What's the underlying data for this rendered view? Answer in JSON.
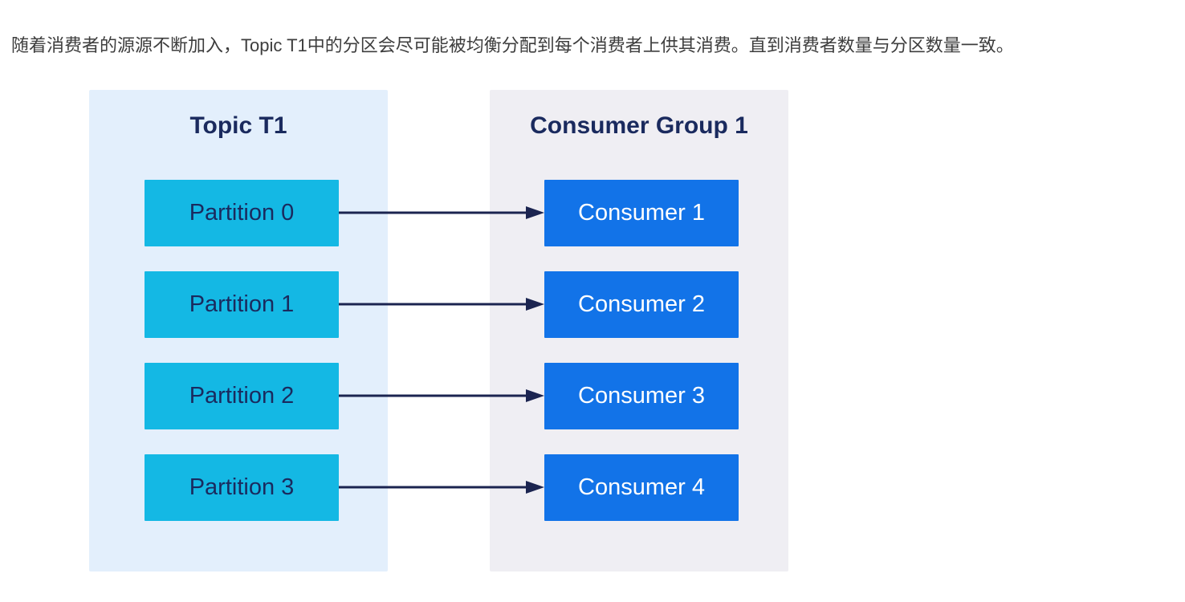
{
  "description": "随着消费者的源源不断加入，Topic T1中的分区会尽可能被均衡分配到每个消费者上供其消费。直到消费者数量与分区数量一致。",
  "diagram": {
    "topic_panel": {
      "title": "Topic T1",
      "partitions": [
        {
          "label": "Partition 0"
        },
        {
          "label": "Partition 1"
        },
        {
          "label": "Partition 2"
        },
        {
          "label": "Partition 3"
        }
      ]
    },
    "consumer_panel": {
      "title": "Consumer Group 1",
      "consumers": [
        {
          "label": "Consumer 1"
        },
        {
          "label": "Consumer 2"
        },
        {
          "label": "Consumer 3"
        },
        {
          "label": "Consumer 4"
        }
      ]
    },
    "connections": [
      {
        "from": "Partition 0",
        "to": "Consumer 1"
      },
      {
        "from": "Partition 1",
        "to": "Consumer 2"
      },
      {
        "from": "Partition 2",
        "to": "Consumer 3"
      },
      {
        "from": "Partition 3",
        "to": "Consumer 4"
      }
    ]
  },
  "colors": {
    "page-bg": "#ffffff",
    "text-gray": "#3d3d3d",
    "panel-blue": "#e3effc",
    "panel-gray": "#efeef3",
    "partition-cyan": "#14b8e4",
    "consumer-blue": "#1273e8",
    "navy": "#1a2a5e",
    "arrow-navy": "#1b2450",
    "consumer-text": "#ffffff"
  }
}
